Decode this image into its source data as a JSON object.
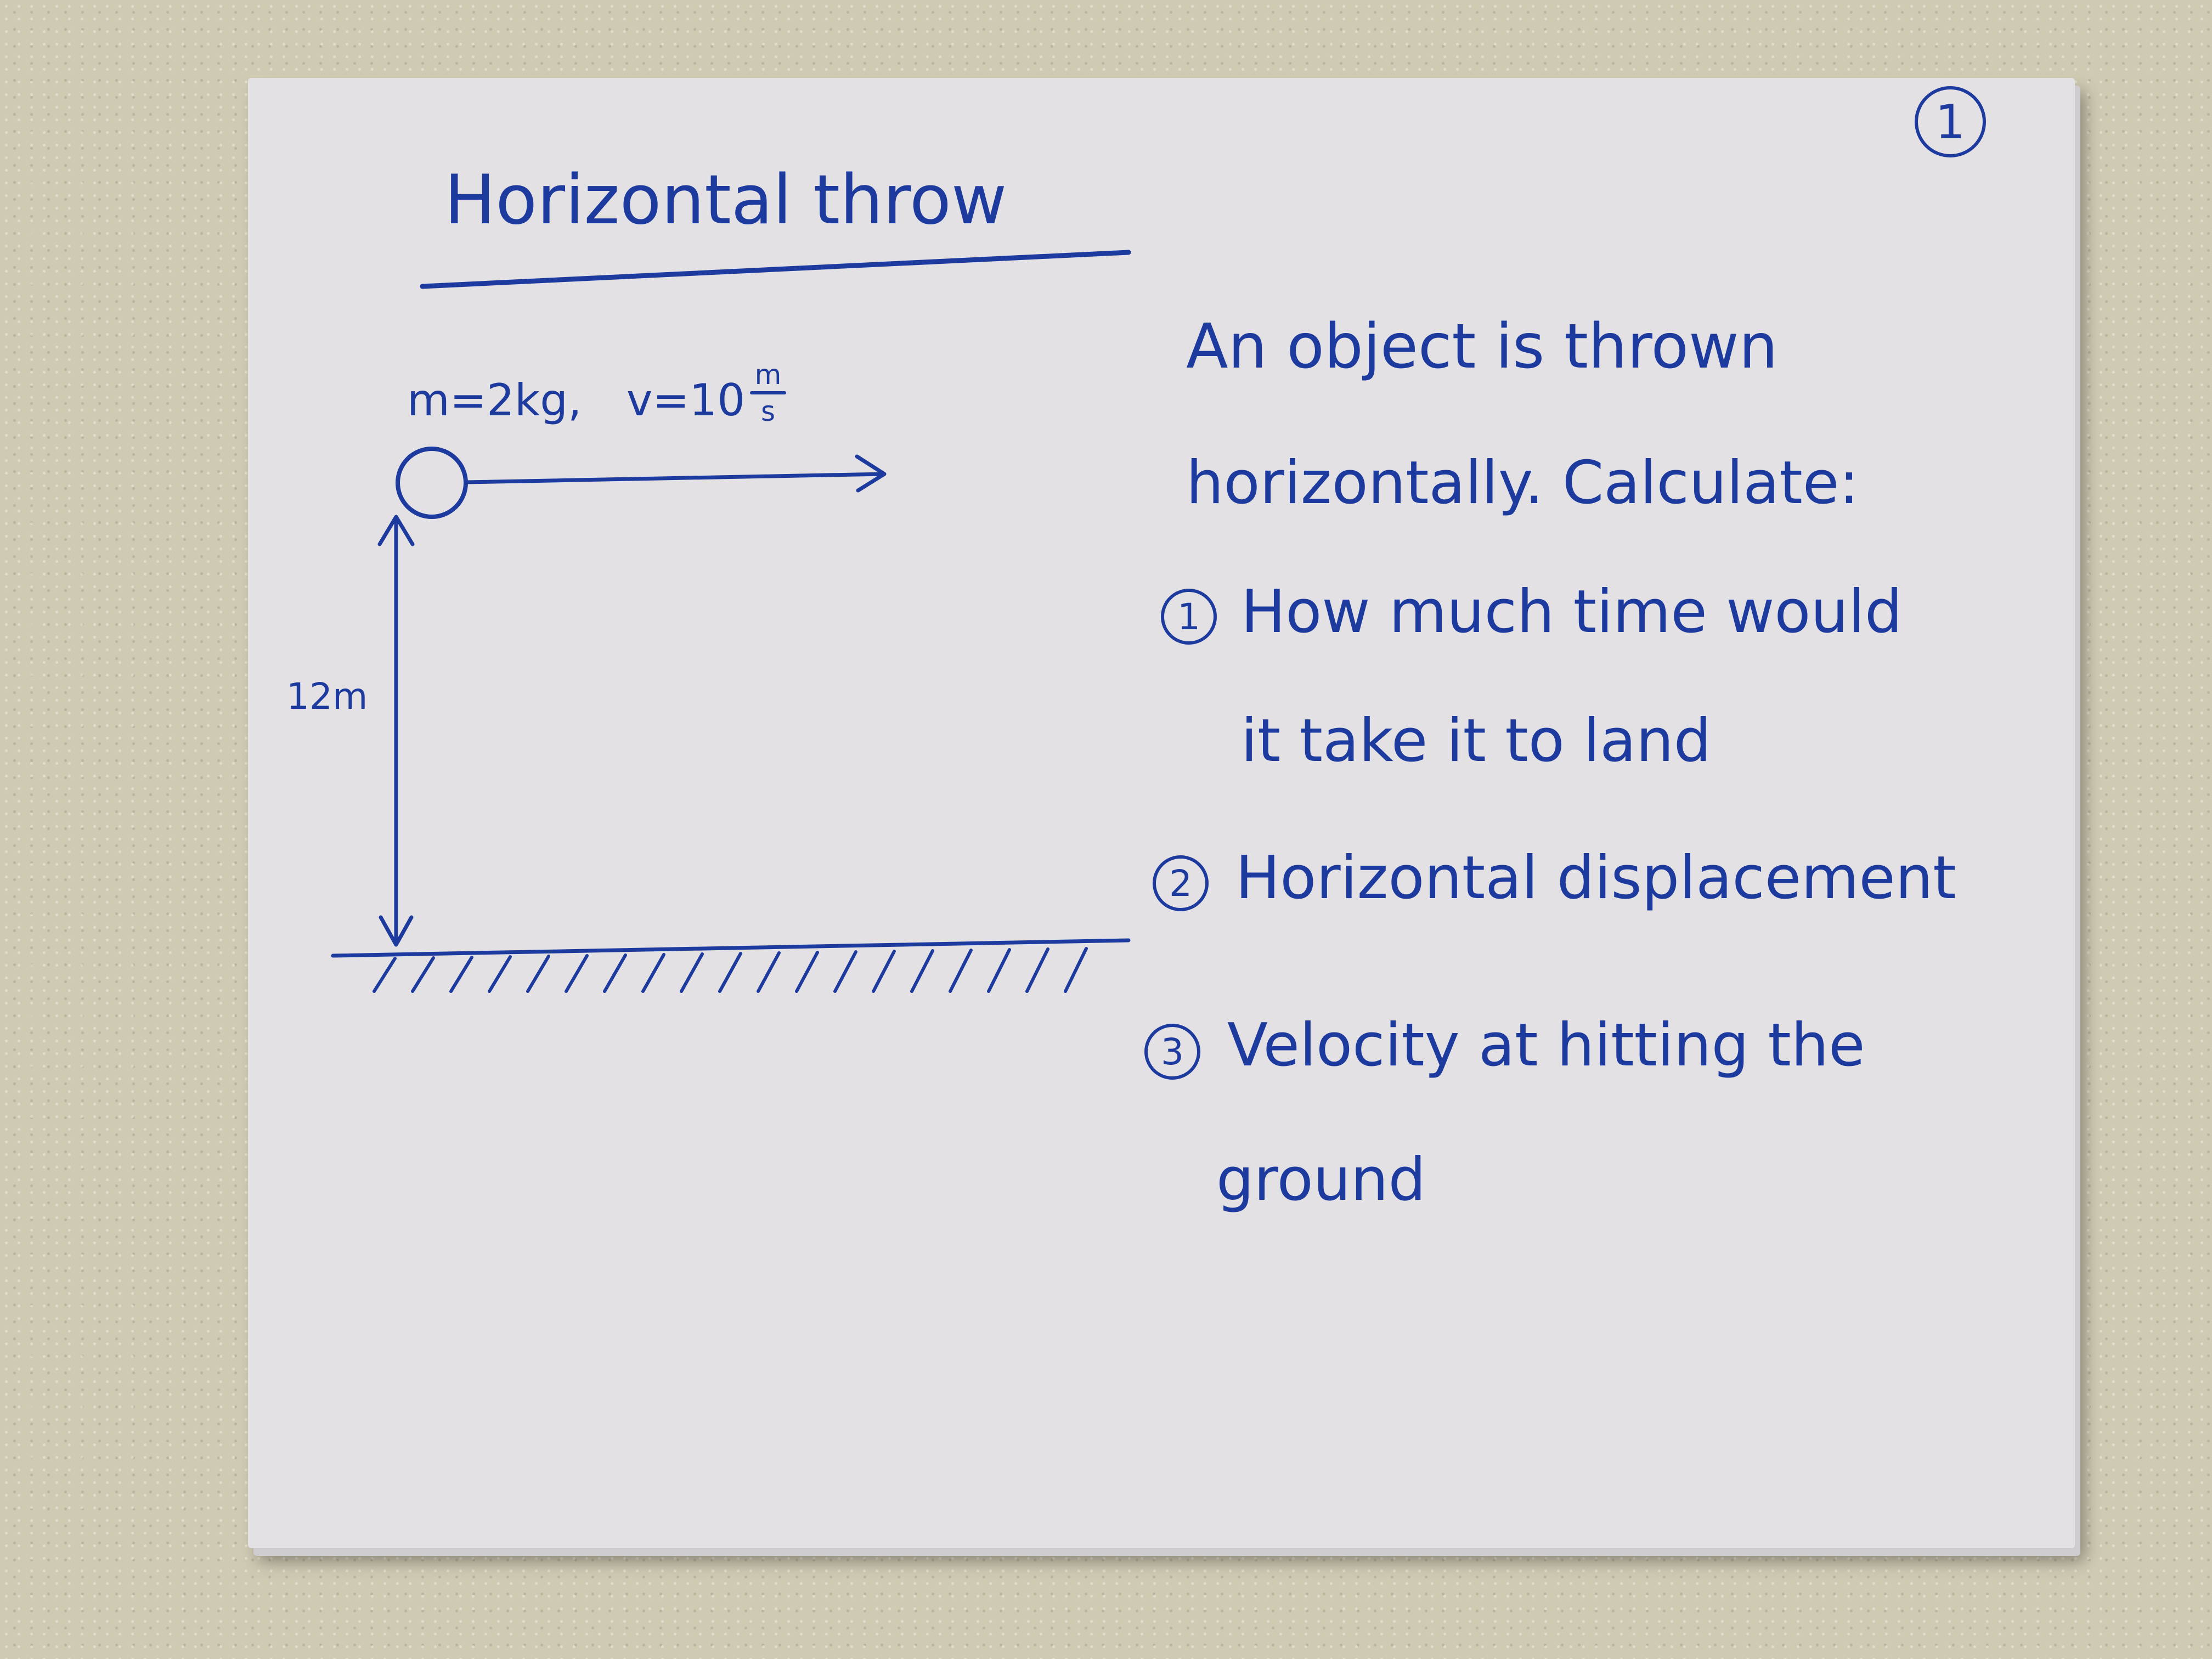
{
  "page_number": "1",
  "title": "Horizontal throw",
  "diagram": {
    "given_mass": "m=2kg,",
    "given_velocity": "v=10",
    "velocity_unit_num": "m",
    "velocity_unit_den": "s",
    "height_label": "12m"
  },
  "problem": {
    "intro_line1": "An object is thrown",
    "intro_line2": "horizontally. Calculate:",
    "questions": [
      {
        "number": "1",
        "line1": "How much time would",
        "line2": "it take it to land"
      },
      {
        "number": "2",
        "line1": "Horizontal displacement",
        "line2": ""
      },
      {
        "number": "3",
        "line1": "Velocity at hitting the",
        "line2": "ground"
      }
    ]
  },
  "colors": {
    "ink": "#1d3a9e",
    "card": "#e3e1e4",
    "table": "#cfcbb3"
  }
}
